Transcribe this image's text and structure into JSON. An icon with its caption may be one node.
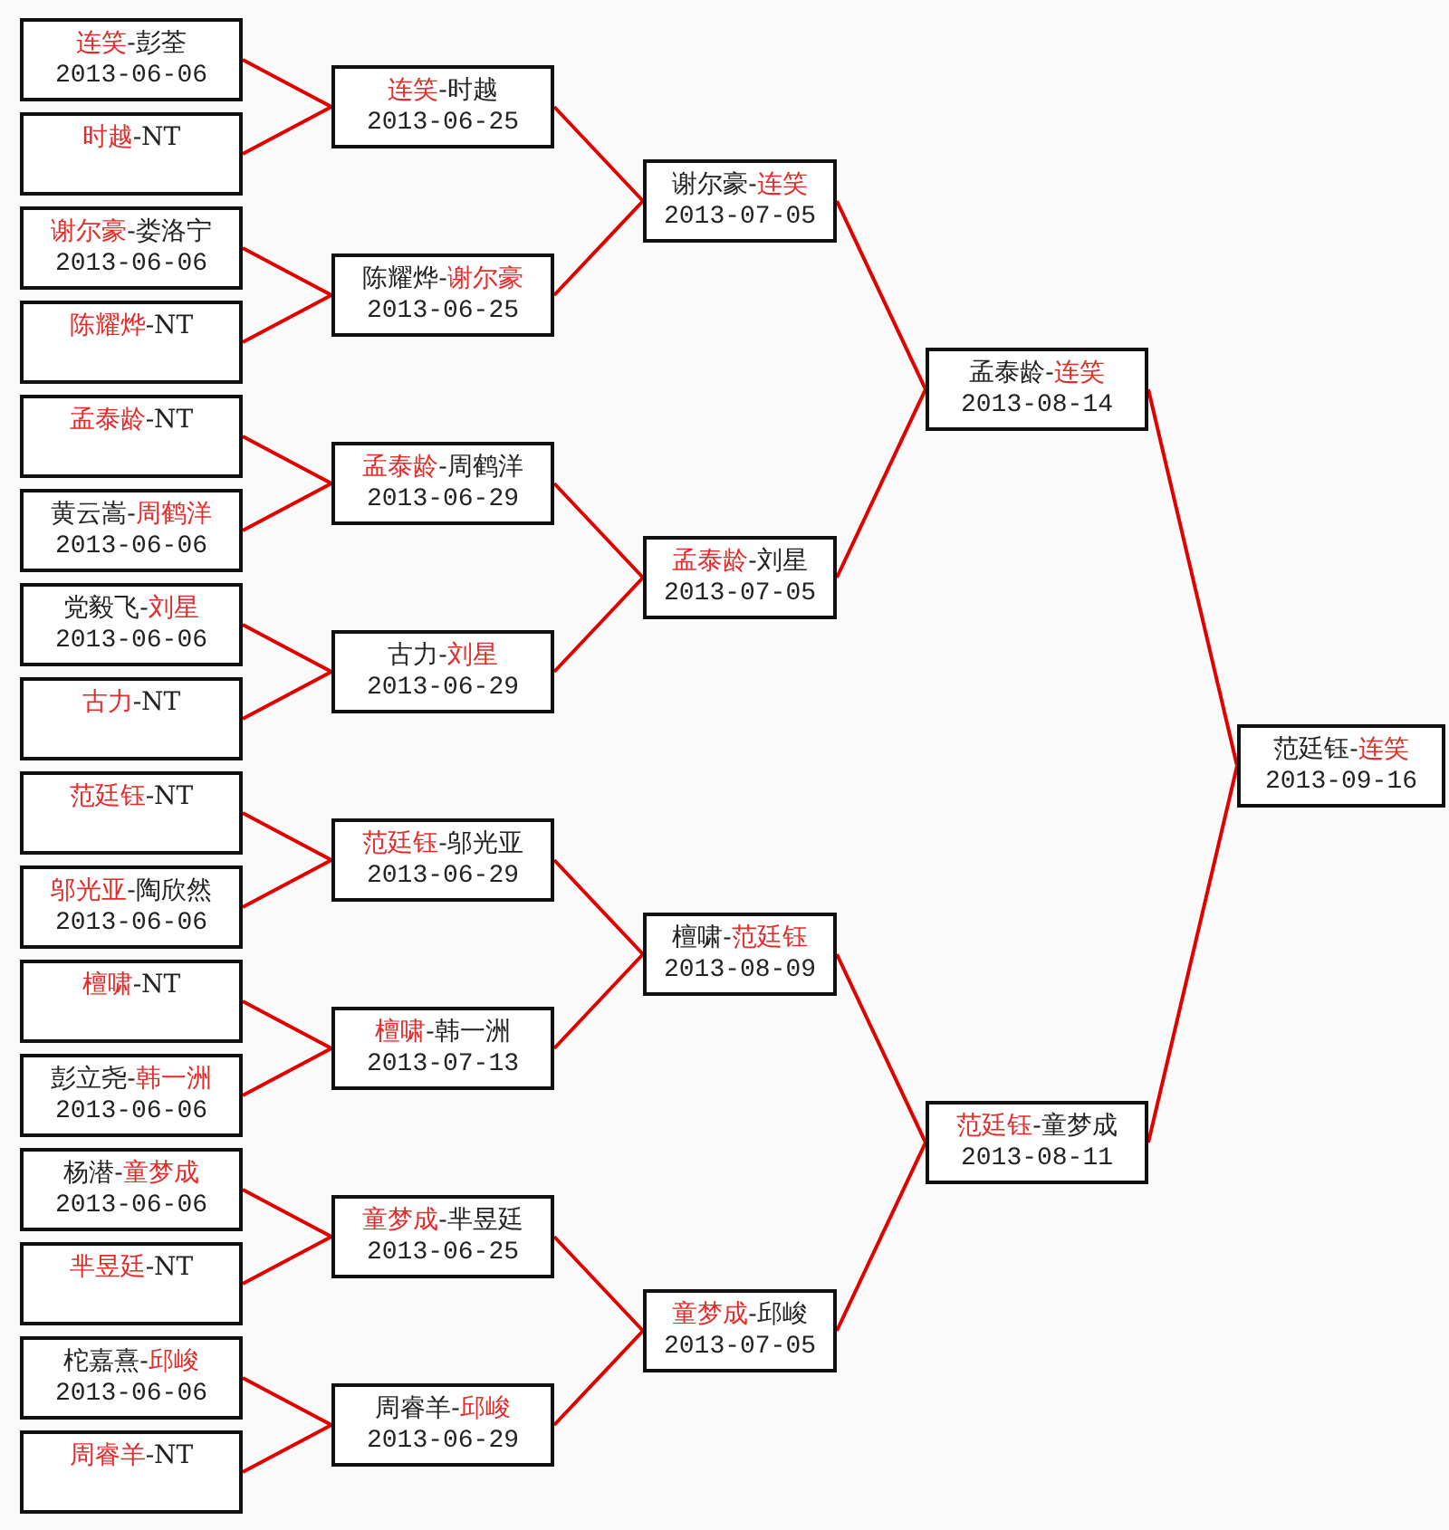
{
  "diagram": {
    "nodes": [
      {
        "text": [
          "**连笑**-彭荃",
          "2013-06-06"
        ]
      },
      {
        "text": [
          "**时越**-NT"
        ]
      },
      {
        "text": [
          "**谢尔豪**-娄洛宁",
          "2013-06-06"
        ]
      },
      {
        "text": [
          "**陈耀烨**-NT"
        ]
      },
      {
        "text": [
          "**孟泰龄**-NT"
        ]
      },
      {
        "text": [
          "黄云嵩-**周鹤洋**",
          "2013-06-06"
        ]
      },
      {
        "text": [
          "党毅飞-**刘星**",
          "2013-06-06"
        ]
      },
      {
        "text": [
          "**古力**-NT"
        ]
      },
      {
        "text": [
          "**范廷钰**-NT"
        ]
      },
      {
        "text": [
          "**邬光亚**-陶欣然",
          "2013-06-06"
        ]
      },
      {
        "text": [
          "**檀啸**-NT"
        ]
      },
      {
        "text": [
          "彭立尧-**韩一洲**",
          "2013-06-06"
        ]
      },
      {
        "text": [
          "杨潜-**童梦成**",
          "2013-06-06"
        ]
      },
      {
        "text": [
          "**芈昱廷**-NT"
        ]
      },
      {
        "text": [
          "柁嘉熹-**邱峻**",
          "2013-06-06"
        ]
      },
      {
        "text": [
          "**周睿羊**-NT"
        ]
      },
      {
        "text": [
          "**连笑**-时越",
          "2013-06-25"
        ]
      },
      {
        "text": [
          "陈耀烨-**谢尔豪**",
          "2013-06-25"
        ]
      },
      {
        "text": [
          "**孟泰龄**-周鹤洋",
          "2013-06-29"
        ]
      },
      {
        "text": [
          "古力-**刘星**",
          "2013-06-29"
        ]
      },
      {
        "text": [
          "**范廷钰**-邬光亚",
          "2013-06-29"
        ]
      },
      {
        "text": [
          "**檀啸**-韩一洲",
          "2013-07-13"
        ]
      },
      {
        "text": [
          "**童梦成**-芈昱廷",
          "2013-06-25"
        ]
      },
      {
        "text": [
          "周睿羊-**邱峻**",
          "2013-06-29"
        ]
      },
      {
        "text": [
          "谢尔豪-**连笑**",
          "2013-07-05"
        ]
      },
      {
        "text": [
          "**孟泰龄**-刘星",
          "2013-07-05"
        ]
      },
      {
        "text": [
          "檀啸-**范廷钰**",
          "2013-08-09"
        ]
      },
      {
        "text": [
          "**童梦成**-邱峻",
          "2013-07-05"
        ]
      },
      {
        "text": [
          "孟泰龄-**连笑**",
          "2013-08-14"
        ]
      },
      {
        "text": [
          "**范廷钰**-童梦成",
          "2013-08-11"
        ]
      },
      {
        "text": [
          "范廷钰-**连笑**",
          "2013-09-16"
        ]
      }
    ],
    "edges": [
      {
        "from": 0,
        "to": 16,
        "arrow": "none"
      },
      {
        "from": 1,
        "to": 16,
        "arrow": "none"
      },
      {
        "from": 2,
        "to": 17,
        "arrow": "none"
      },
      {
        "from": 3,
        "to": 17,
        "arrow": "none"
      },
      {
        "from": 4,
        "to": 18,
        "arrow": "none"
      },
      {
        "from": 5,
        "to": 18,
        "arrow": "none"
      },
      {
        "from": 6,
        "to": 19,
        "arrow": "none"
      },
      {
        "from": 7,
        "to": 19,
        "arrow": "none"
      },
      {
        "from": 8,
        "to": 20,
        "arrow": "none"
      },
      {
        "from": 9,
        "to": 20,
        "arrow": "none"
      },
      {
        "from": 10,
        "to": 21,
        "arrow": "none"
      },
      {
        "from": 11,
        "to": 21,
        "arrow": "none"
      },
      {
        "from": 12,
        "to": 22,
        "arrow": "none"
      },
      {
        "from": 13,
        "to": 22,
        "arrow": "none"
      },
      {
        "from": 14,
        "to": 23,
        "arrow": "none"
      },
      {
        "from": 15,
        "to": 23,
        "arrow": "none"
      },
      {
        "from": 16,
        "to": 24,
        "arrow": "none"
      },
      {
        "from": 17,
        "to": 24,
        "arrow": "none"
      },
      {
        "from": 18,
        "to": 25,
        "arrow": "none"
      },
      {
        "from": 19,
        "to": 25,
        "arrow": "none"
      },
      {
        "from": 20,
        "to": 26,
        "arrow": "none"
      },
      {
        "from": 21,
        "to": 26,
        "arrow": "none"
      },
      {
        "from": 22,
        "to": 27,
        "arrow": "none"
      },
      {
        "from": 23,
        "to": 27,
        "arrow": "none"
      },
      {
        "from": 24,
        "to": 28,
        "arrow": "none"
      },
      {
        "from": 25,
        "to": 28,
        "arrow": "none"
      },
      {
        "from": 26,
        "to": 29,
        "arrow": "none"
      },
      {
        "from": 27,
        "to": 29,
        "arrow": "none"
      },
      {
        "from": 28,
        "to": 30,
        "arrow": "none"
      },
      {
        "from": 29,
        "to": 30,
        "arrow": "none"
      }
    ]
  }
}
